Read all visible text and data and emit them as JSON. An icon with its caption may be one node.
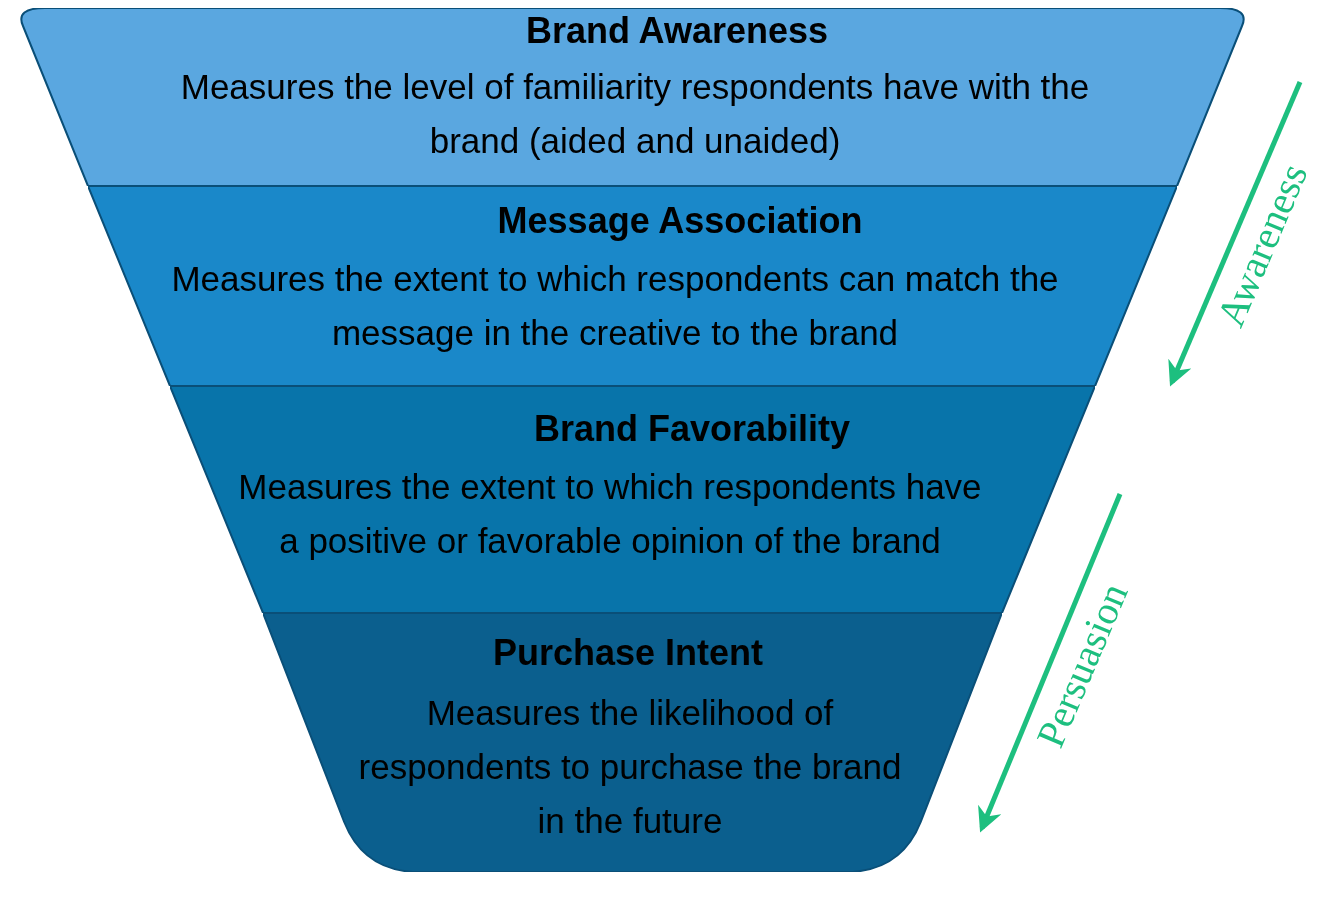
{
  "diagram": {
    "nodes": [
      {
        "text": [
          "Brand Awareness",
          "Measures the level of familiarity respondents have with the brand (aided and unaided)"
        ]
      },
      {
        "text": [
          "Message Association",
          "Measures the extent to which respondents can match the message in the creative to the brand"
        ]
      },
      {
        "text": [
          "Brand Favorability",
          "Measures the extent to which respondents have a positive or favorable opinion of the brand"
        ]
      },
      {
        "text": [
          "Purchase Intent",
          "Measures the likelihood of respondents to purchase the brand in the future"
        ]
      }
    ],
    "edges": [],
    "labels": [
      "Awareness",
      "Persuasion"
    ]
  }
}
